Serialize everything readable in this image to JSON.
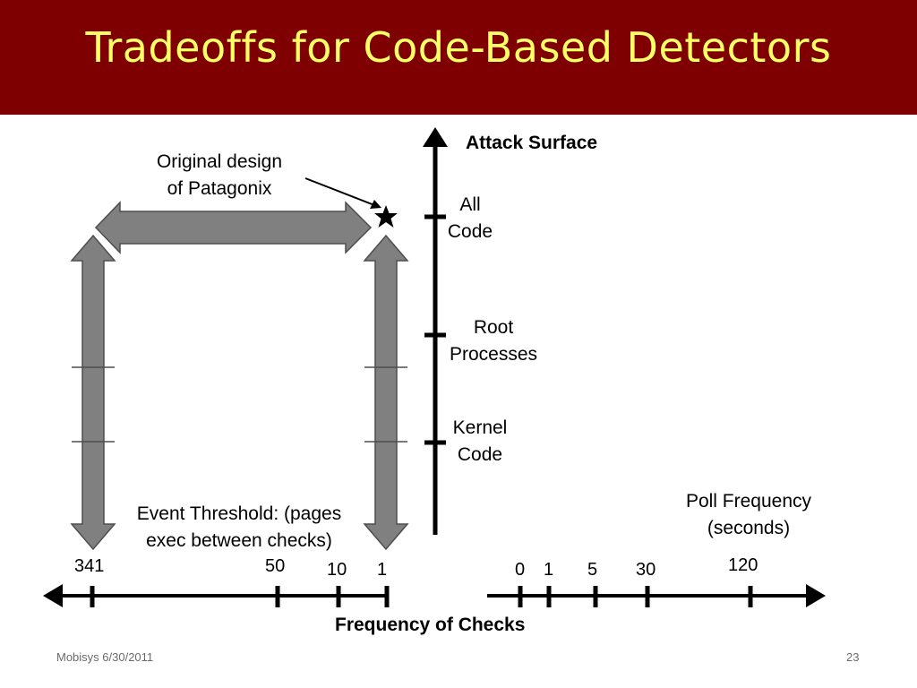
{
  "slide": {
    "title": "Tradeoffs for Code-Based Detectors",
    "footer_left": "Mobisys 6/30/2011",
    "page_number": "23"
  },
  "annotation": {
    "line1": "Original design",
    "line2": "of Patagonix",
    "star_icon": "black-star-icon"
  },
  "attack_surface_axis": {
    "title": "Attack Surface",
    "levels": [
      {
        "line1": "All",
        "line2": "Code"
      },
      {
        "line1": "Root",
        "line2": "Processes"
      },
      {
        "line1": "Kernel",
        "line2": "Code"
      }
    ]
  },
  "frequency_axis": {
    "title": "Frequency of Checks",
    "event_threshold": {
      "line1": "Event Threshold: (pages",
      "line2": "exec between checks)",
      "ticks": [
        "341",
        "50",
        "10",
        "1"
      ]
    },
    "poll_frequency": {
      "line1": "Poll Frequency",
      "line2": "(seconds)",
      "ticks": [
        "0",
        "1",
        "5",
        "30",
        "120"
      ]
    }
  },
  "colors": {
    "title_bar": "#7f0000",
    "title_text": "#ffff66",
    "arrow_fill": "#808080"
  }
}
